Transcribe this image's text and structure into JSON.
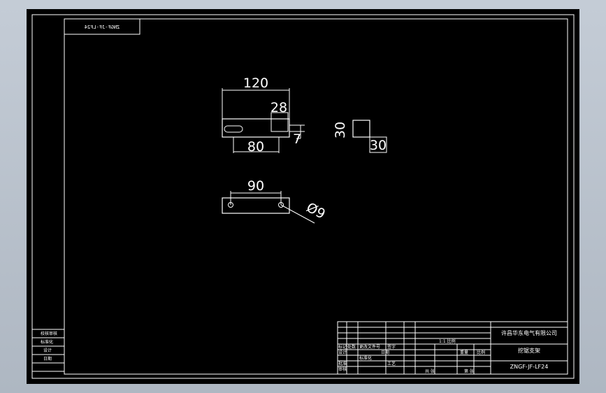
{
  "drawing": {
    "mirrored_code": "ZNGF-JF-LF24",
    "dimensions": {
      "d120": "120",
      "d28": "28",
      "d80": "80",
      "d7": "7",
      "d30_vertical": "30",
      "d30_horizontal": "30",
      "d90": "90",
      "d_phi9": "Ø9"
    }
  },
  "title_block": {
    "company": "许昌华东电气有限公司",
    "part_name": "挖锯支架",
    "drawing_number": "ZNGF-JF-LF24",
    "scale_label": "1:1 比例",
    "left_column": [
      "校核审核",
      "标准化",
      "设计",
      "日期"
    ],
    "grid_cells": [
      "标记",
      "处数",
      "更改文件号",
      "签字",
      "设计",
      "日期",
      "标准化",
      "批准",
      "审核",
      "工艺",
      "重量",
      "比例",
      "共 张",
      "第 张"
    ]
  }
}
